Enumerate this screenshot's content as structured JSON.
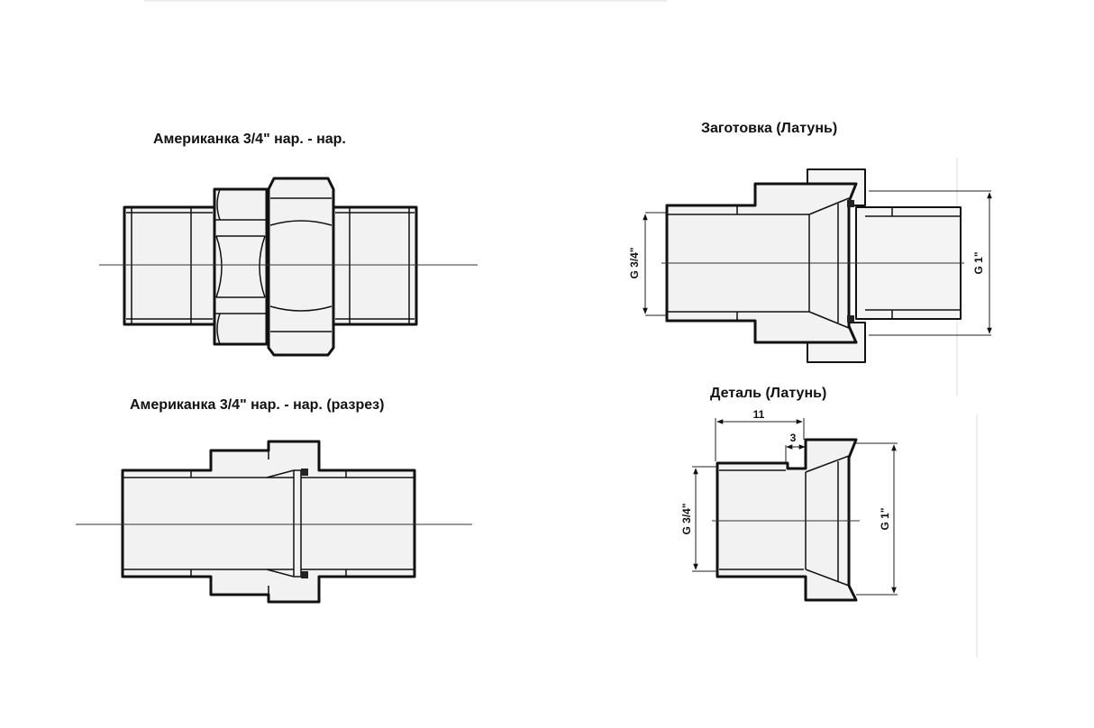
{
  "views": {
    "union_external": {
      "title": "Американка 3/4\" нар. - нар."
    },
    "union_section": {
      "title": "Американка 3/4\" нар. - нар. (разрез)"
    },
    "blank": {
      "title": "Заготовка  (Латунь)",
      "dim_left": "G 3/4\"",
      "dim_right": "G 1\""
    },
    "part": {
      "title": "Деталь (Латунь)",
      "dim_top": "11",
      "dim_step": "3",
      "dim_left": "G 3/4\"",
      "dim_right": "G 1\""
    }
  }
}
